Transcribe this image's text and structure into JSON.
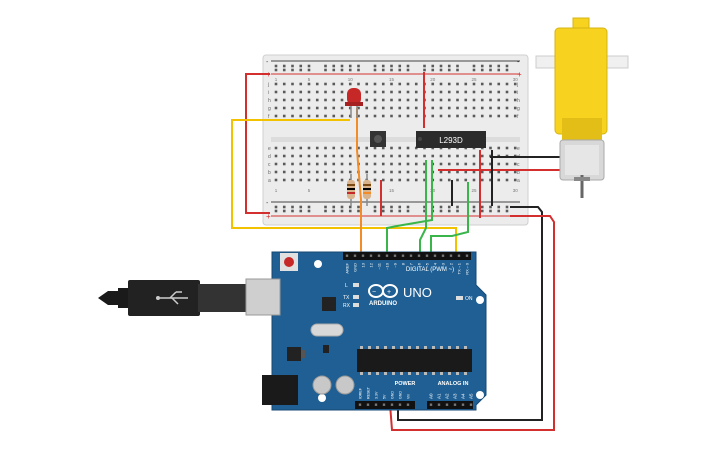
{
  "canvas": {
    "background": "#ffffff"
  },
  "colors": {
    "breadboard": "#e9e9e9",
    "rail_red": "#d32f2f",
    "rail_blue": "#333333",
    "arduino_blue": "#1f5f93",
    "arduino_dark": "#174a73",
    "wire_red": "#d32f2f",
    "wire_black": "#222222",
    "wire_orange": "#f28c28",
    "wire_yellow": "#f2c200",
    "wire_green": "#39b54a",
    "motor_yellow": "#f7d21e"
  },
  "breadboard": {
    "column_numbers_top": [
      "1",
      "5",
      "10",
      "15",
      "20",
      "25",
      "30"
    ],
    "row_letters_left": [
      "a",
      "b",
      "c",
      "d",
      "e",
      "f",
      "g",
      "h",
      "i",
      "j"
    ],
    "rail_plus": "+",
    "rail_minus": "-"
  },
  "chip": {
    "label": "L293D"
  },
  "arduino": {
    "board_name": "UNO",
    "brand": "ARDUINO",
    "digital_label": "DIGITAL (PWM ~)",
    "power_label": "POWER",
    "analog_label": "ANALOG IN",
    "on_label": "ON",
    "l_label": "L",
    "tx_label": "TX",
    "rx_label": "RX",
    "digital_pins": [
      "AREF",
      "GND",
      "13",
      "12",
      "~11",
      "~10",
      "~9",
      "8",
      "7",
      "~6",
      "~5",
      "4",
      "~3",
      "2",
      "TX→1",
      "RX←0"
    ],
    "power_pins": [
      "IOREF",
      "RESET",
      "3.3V",
      "5V",
      "GND",
      "GND",
      "Vin"
    ],
    "analog_pins": [
      "A0",
      "A1",
      "A2",
      "A3",
      "A4",
      "A5"
    ]
  },
  "components": {
    "led": "red-led",
    "button": "push-button",
    "resistors": 2,
    "motor": "dc-gear-motor"
  }
}
